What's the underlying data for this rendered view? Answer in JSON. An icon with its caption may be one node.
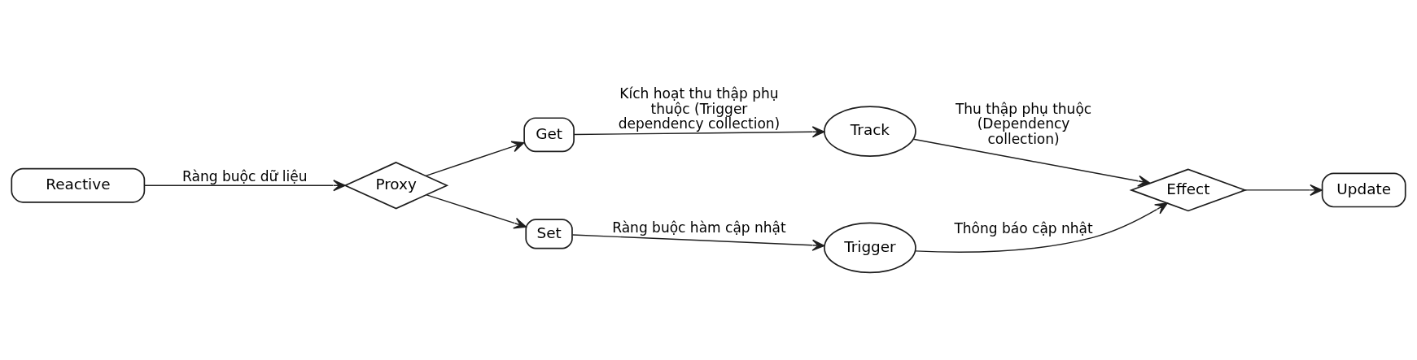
{
  "diagram": {
    "nodes": [
      {
        "text": [
          "Reactive"
        ]
      },
      {
        "text": [
          "Proxy"
        ]
      },
      {
        "text": [
          "Get"
        ]
      },
      {
        "text": [
          "Set"
        ]
      },
      {
        "text": [
          "Track"
        ]
      },
      {
        "text": [
          "Trigger"
        ]
      },
      {
        "text": [
          "Effect"
        ]
      },
      {
        "text": [
          "Update"
        ]
      }
    ],
    "edges": [
      {
        "from": 0,
        "to": 1,
        "arrow": "to",
        "label": "Ràng buộc dữ liệu"
      },
      {
        "from": 1,
        "to": 2,
        "arrow": "to"
      },
      {
        "from": 1,
        "to": 3,
        "arrow": "to"
      },
      {
        "from": 2,
        "to": 4,
        "arrow": "to",
        "label": "Kích hoạt thu thập phụ thuộc (Trigger dependency collection)"
      },
      {
        "from": 3,
        "to": 5,
        "arrow": "to",
        "label": "Ràng buộc hàm cập nhật"
      },
      {
        "from": 4,
        "to": 6,
        "arrow": "to",
        "label": "Thu thập phụ thuộc (Dependency collection)"
      },
      {
        "from": 5,
        "to": 6,
        "arrow": "to",
        "label": "Thông báo cập nhật"
      },
      {
        "from": 6,
        "to": 7,
        "arrow": "to"
      }
    ]
  }
}
